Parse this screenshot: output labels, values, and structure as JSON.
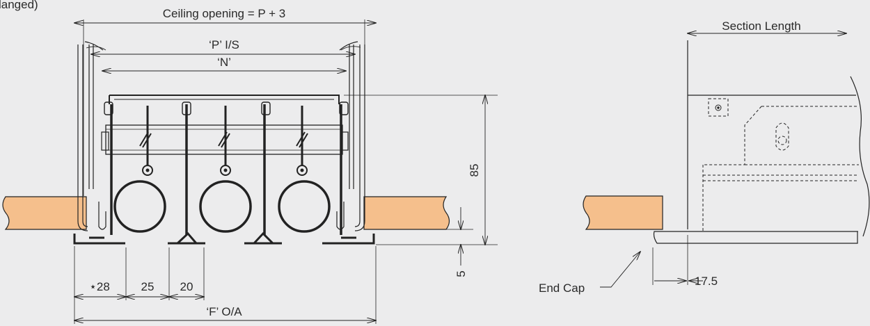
{
  "header_fragment": "langed)",
  "dimensions": {
    "ceiling_opening": "Ceiling opening = P + 3",
    "p_is": "‘P’ I/S",
    "n": "‘N’",
    "height_85": "85",
    "bottom_5": "5",
    "d28": "⋆28",
    "d25": "25",
    "d20": "20",
    "f_oa": "‘F’ O/A",
    "section_length": "Section Length",
    "d17_5": "17.5",
    "end_cap": "End Cap"
  },
  "colors": {
    "background": "#ececed",
    "ceiling_tile": "#f5bf8c",
    "line": "#222222"
  }
}
